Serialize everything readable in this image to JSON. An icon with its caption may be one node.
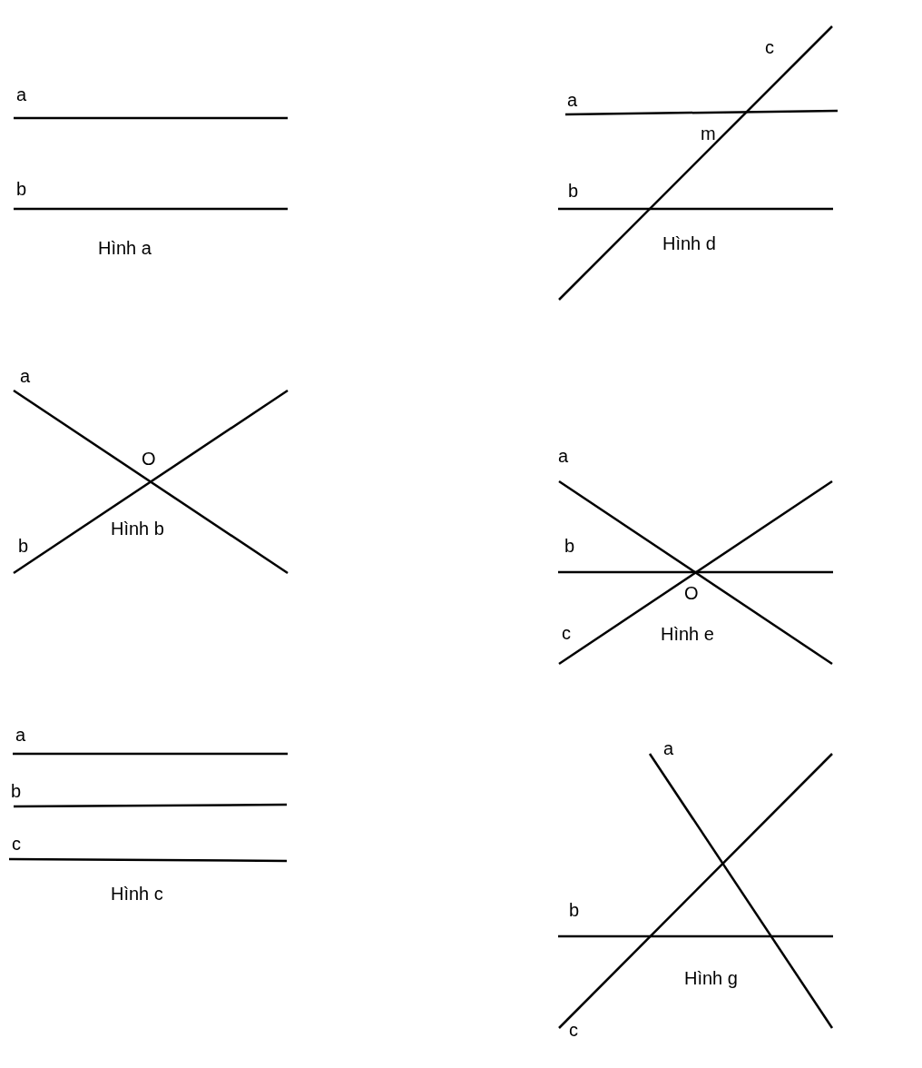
{
  "diagram": {
    "labels": [
      "a",
      "b",
      "Hình a",
      "c",
      "a",
      "m",
      "b",
      "Hình d",
      "a",
      "O",
      "b",
      "Hình b",
      "a",
      "b",
      "O",
      "c",
      "Hình e",
      "a",
      "b",
      "c",
      "Hình c",
      "a",
      "b",
      "Hình g",
      "c"
    ]
  }
}
